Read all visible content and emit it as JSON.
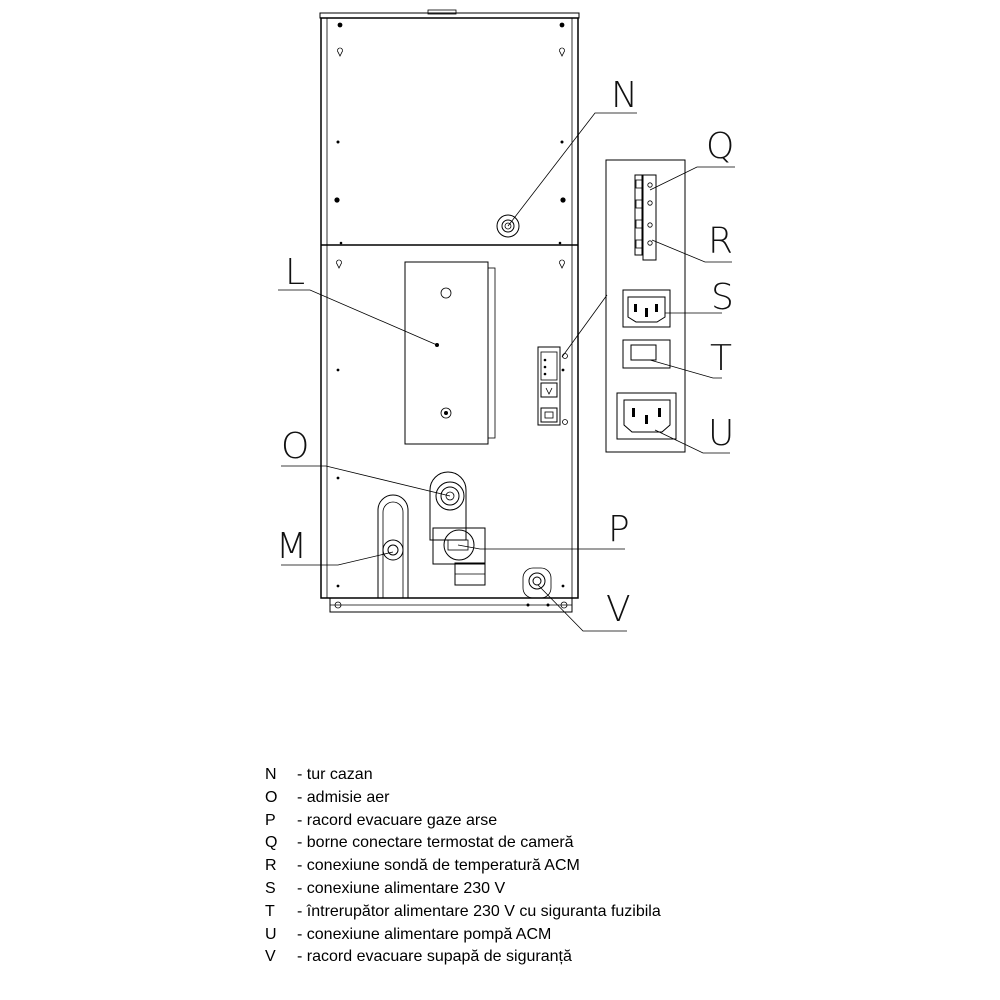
{
  "callouts": {
    "N": "N",
    "Q": "Q",
    "R": "R",
    "L": "L",
    "S": "S",
    "T": "T",
    "U": "U",
    "O": "O",
    "P": "P",
    "M": "M",
    "V": "V"
  },
  "legend": [
    {
      "key": "N",
      "text": "- tur cazan"
    },
    {
      "key": "O",
      "text": "- admisie aer"
    },
    {
      "key": "P",
      "text": "- racord evacuare gaze arse"
    },
    {
      "key": "Q",
      "text": "- borne conectare termostat de cameră"
    },
    {
      "key": "R",
      "text": "- conexiune sondă de temperatură ACM"
    },
    {
      "key": "S",
      "text": "- conexiune alimentare 230 V"
    },
    {
      "key": "T",
      "text": "- întrerupător alimentare 230 V cu siguranta fuzibila"
    },
    {
      "key": "U",
      "text": "- conexiune alimentare pompă ACM"
    },
    {
      "key": "V",
      "text": "- racord evacuare supapă de siguranță"
    }
  ]
}
